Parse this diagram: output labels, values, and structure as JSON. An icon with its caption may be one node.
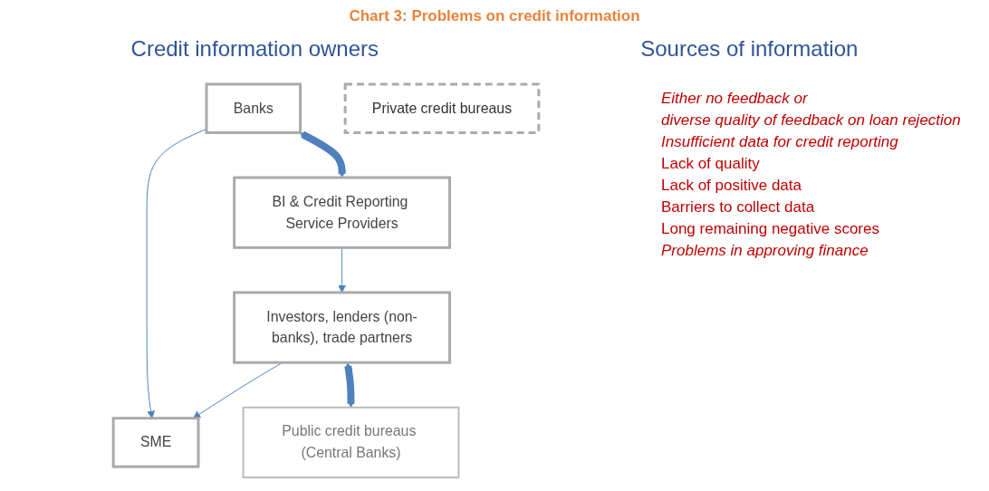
{
  "diagram": {
    "title": "Chart 3: Problems on credit information",
    "nodes": [
      {
        "text": [
          "Banks"
        ]
      },
      {
        "text": [
          "BI & Credit Reporting Service Providers"
        ]
      },
      {
        "text": [
          "Private credit bureaus"
        ]
      },
      {
        "text": [
          "SME"
        ]
      },
      {
        "text": [
          "Investors, lenders (non-banks), trade partners"
        ]
      },
      {
        "text": [
          "Public credit bureaus (Central Banks)"
        ]
      }
    ],
    "edges": [
      {
        "from": 0,
        "to": 1,
        "arrow": "both",
        "style": "thick",
        "color": "#4f81bd"
      },
      {
        "from": 0,
        "to": 3,
        "arrow": "to"
      },
      {
        "from": 1,
        "to": 4,
        "arrow": "to"
      },
      {
        "from": 4,
        "to": 3,
        "arrow": "to"
      },
      {
        "from": 4,
        "to": 5,
        "arrow": "both",
        "style": "thick",
        "color": "#4f81bd"
      }
    ],
    "labels": [
      "Credit information owners",
      "Sources of information",
      "Either no feedback or",
      "diverse quality of feedback on loan rejection",
      "Insufficient data for credit reporting",
      "Lack of quality",
      "Lack of positive data",
      "Barriers to collect data",
      "Long remaining negative scores",
      "Problems in approving finance"
    ]
  }
}
